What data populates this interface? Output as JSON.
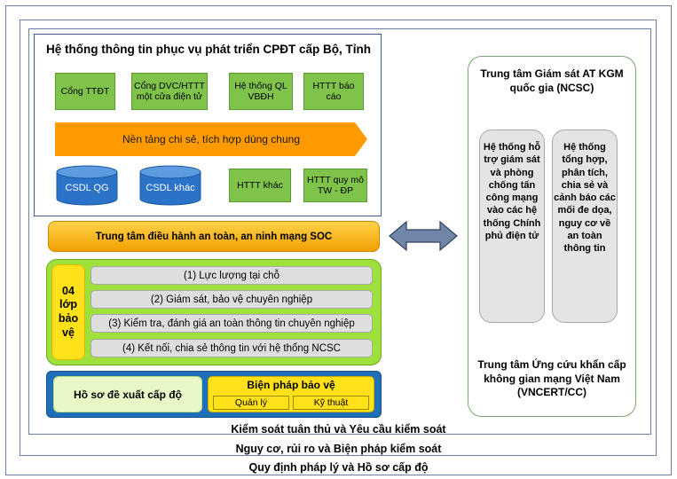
{
  "top_panel": {
    "title": "Hệ thống thông tin phục vụ phát triển CPĐT cấp Bộ, Tỉnh",
    "systems": [
      "Cổng TTĐT",
      "Cổng DVC/HTTT một cửa điện tử",
      "Hệ thống QL VBĐH",
      "HTTT báo cáo"
    ],
    "platform": "Nền tảng chi sẻ, tích hợp dùng chung",
    "databases": [
      "CSDL QG",
      "CSDL khác"
    ],
    "other_systems": [
      "HTTT khác",
      "HTTT quy mô TW - ĐP"
    ]
  },
  "soc": "Trung tâm điều hành an toàn, an ninh mạng SOC",
  "protection": {
    "label": "04 lớp bảo vệ",
    "layers": [
      "(1) Lực lượng tại chỗ",
      "(2) Giám sát, bảo vệ chuyên nghiệp",
      "(3) Kiểm tra, đánh giá an toàn thông tin chuyên nghiệp",
      "(4) Kết nối, chia sẻ thông tin với hệ thống NCSC"
    ]
  },
  "bottom": {
    "hoso": "Hồ sơ đề xuất cấp độ",
    "bien_phap": "Biện pháp bảo vệ",
    "sub": [
      "Quản lý",
      "Kỹ thuật"
    ]
  },
  "right_panel": {
    "ncsc": "Trung tâm Giám sát AT KGM quốc gia (NCSC)",
    "pill_left": "Hệ thống hỗ trợ giám sát và phòng chống tấn công mạng vào các hệ thống Chính phủ điện tử",
    "pill_right": "Hệ thống tổng hợp, phân tích, chia sẻ và cảnh báo các mối đe dọa, nguy cơ về an toàn thông tin",
    "vncert": "Trung tâm Ứng cứu khẩn cấp không gian mạng Việt Nam (VNCERT/CC)"
  },
  "captions": [
    "Kiểm soát tuân thủ và Yêu cầu kiểm soát",
    "Nguy cơ, rủi ro và Biện pháp kiểm soát",
    "Quy định pháp lý và Hồ sơ cấp độ"
  ],
  "colors": {
    "green_box": "#7fc34a",
    "orange_arrow": "#ff9a00",
    "database_blue": "#2a73c9",
    "soc_gold": "#f0a000",
    "layer_green": "#9ee03c",
    "label_yellow": "#ffe11a",
    "blue_frame": "#1f6fb8"
  }
}
